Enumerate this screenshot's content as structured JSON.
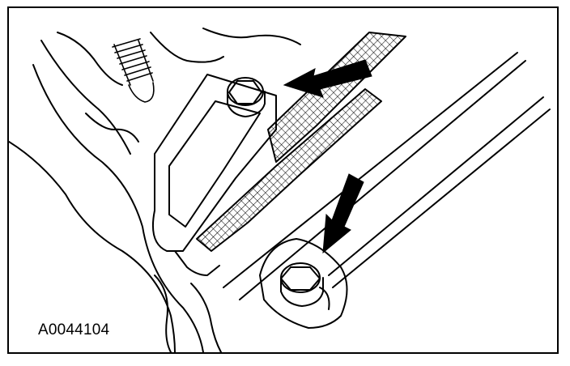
{
  "figure": {
    "id_label": "A0044104"
  },
  "colors": {
    "ink": "#000000",
    "paper": "#ffffff"
  },
  "icons": [
    "arrow-pointer-upper",
    "arrow-pointer-lower",
    "bolt-upper",
    "bolt-lower"
  ]
}
